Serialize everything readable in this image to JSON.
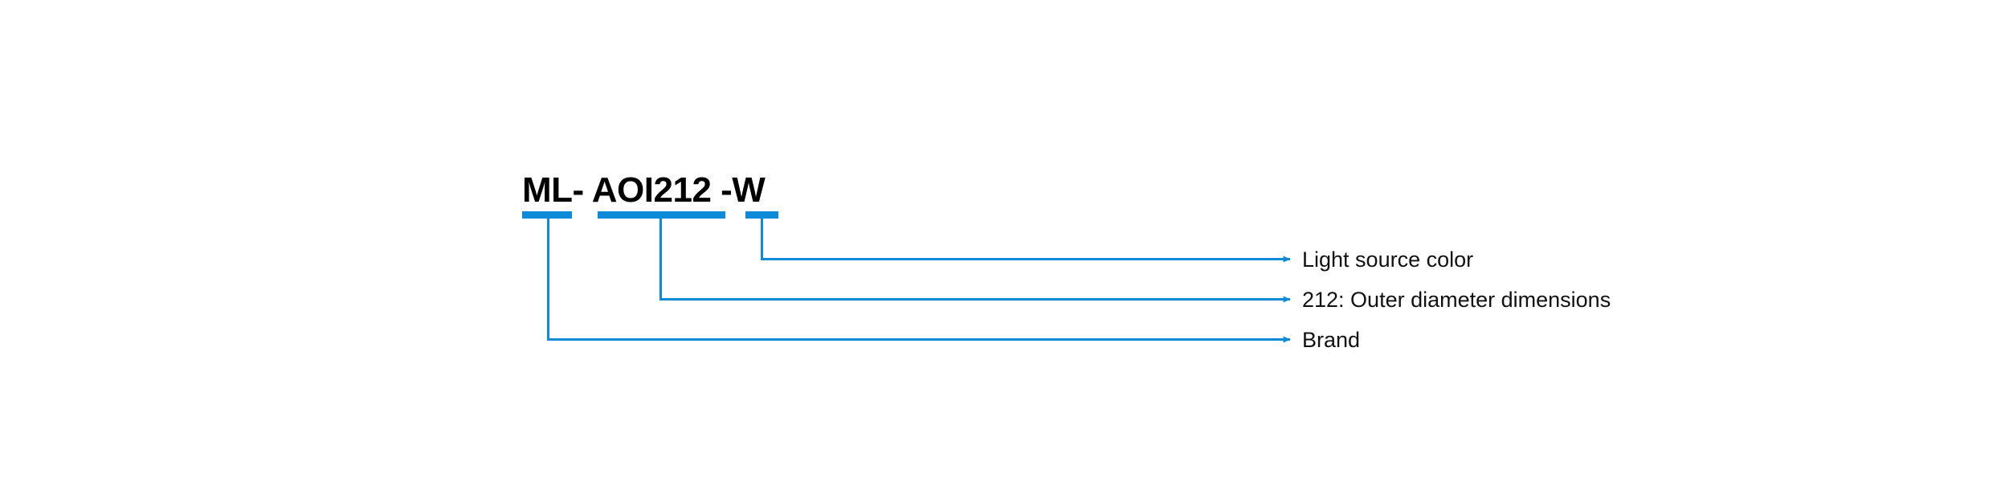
{
  "diagram": {
    "title_text": "ML- AOI212 -W",
    "accent_color": "#0d8bd9",
    "text_color": "#111111",
    "background_color": "#ffffff",
    "model_code": {
      "segments": [
        {
          "id": "brand",
          "text": "ML-",
          "underline": true
        },
        {
          "id": "spacer1",
          "text": " ",
          "underline": false
        },
        {
          "id": "series",
          "text": "AOI212",
          "underline": true
        },
        {
          "id": "spacer2",
          "text": " ",
          "underline": false
        },
        {
          "id": "color-code",
          "text": "-W",
          "underline": true
        }
      ]
    },
    "callouts": [
      {
        "id": "light-source-color",
        "label": "Light source color",
        "source_segment": "color-code",
        "arrow": "right-arrow"
      },
      {
        "id": "outer-diameter",
        "label": "212: Outer diameter dimensions",
        "source_segment": "series",
        "arrow": "right-arrow"
      },
      {
        "id": "brand",
        "label": "Brand",
        "source_segment": "brand",
        "arrow": "right-arrow"
      }
    ]
  }
}
